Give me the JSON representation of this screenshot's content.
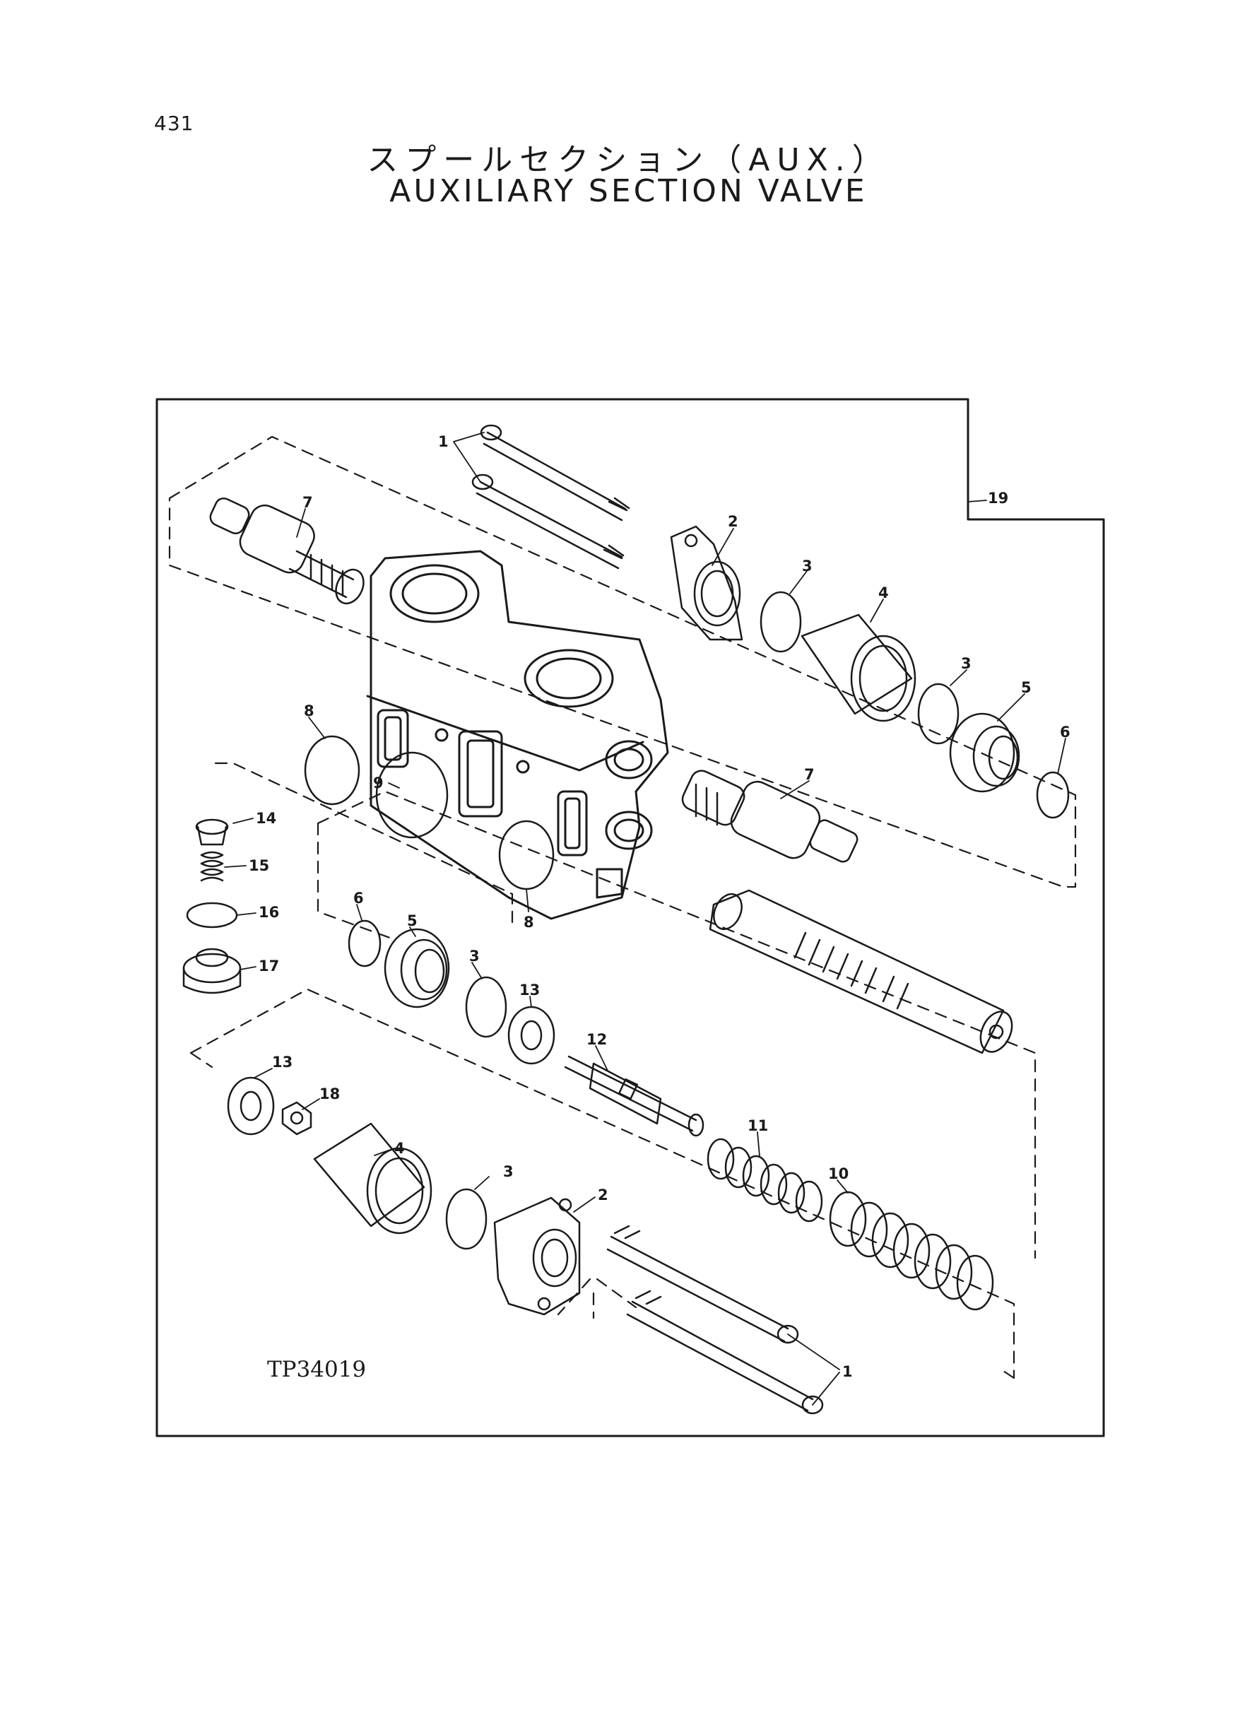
{
  "page_number": "431",
  "title_jp": "スプールセクション（AUX.）",
  "title_en": "AUXILIARY SECTION VALVE",
  "drawing_number": "TP34019",
  "callouts": {
    "c1a": "1",
    "c1b": "1",
    "c2a": "2",
    "c2b": "2",
    "c3a": "3",
    "c3b": "3",
    "c3c": "3",
    "c3d": "3",
    "c4a": "4",
    "c4b": "4",
    "c5a": "5",
    "c5b": "5",
    "c6a": "6",
    "c6b": "6",
    "c7a": "7",
    "c7b": "7",
    "c8a": "8",
    "c8b": "8",
    "c9": "9",
    "c10": "10",
    "c11": "11",
    "c12": "12",
    "c13a": "13",
    "c13b": "13",
    "c14": "14",
    "c15": "15",
    "c16": "16",
    "c17": "17",
    "c18": "18",
    "c19": "19"
  }
}
